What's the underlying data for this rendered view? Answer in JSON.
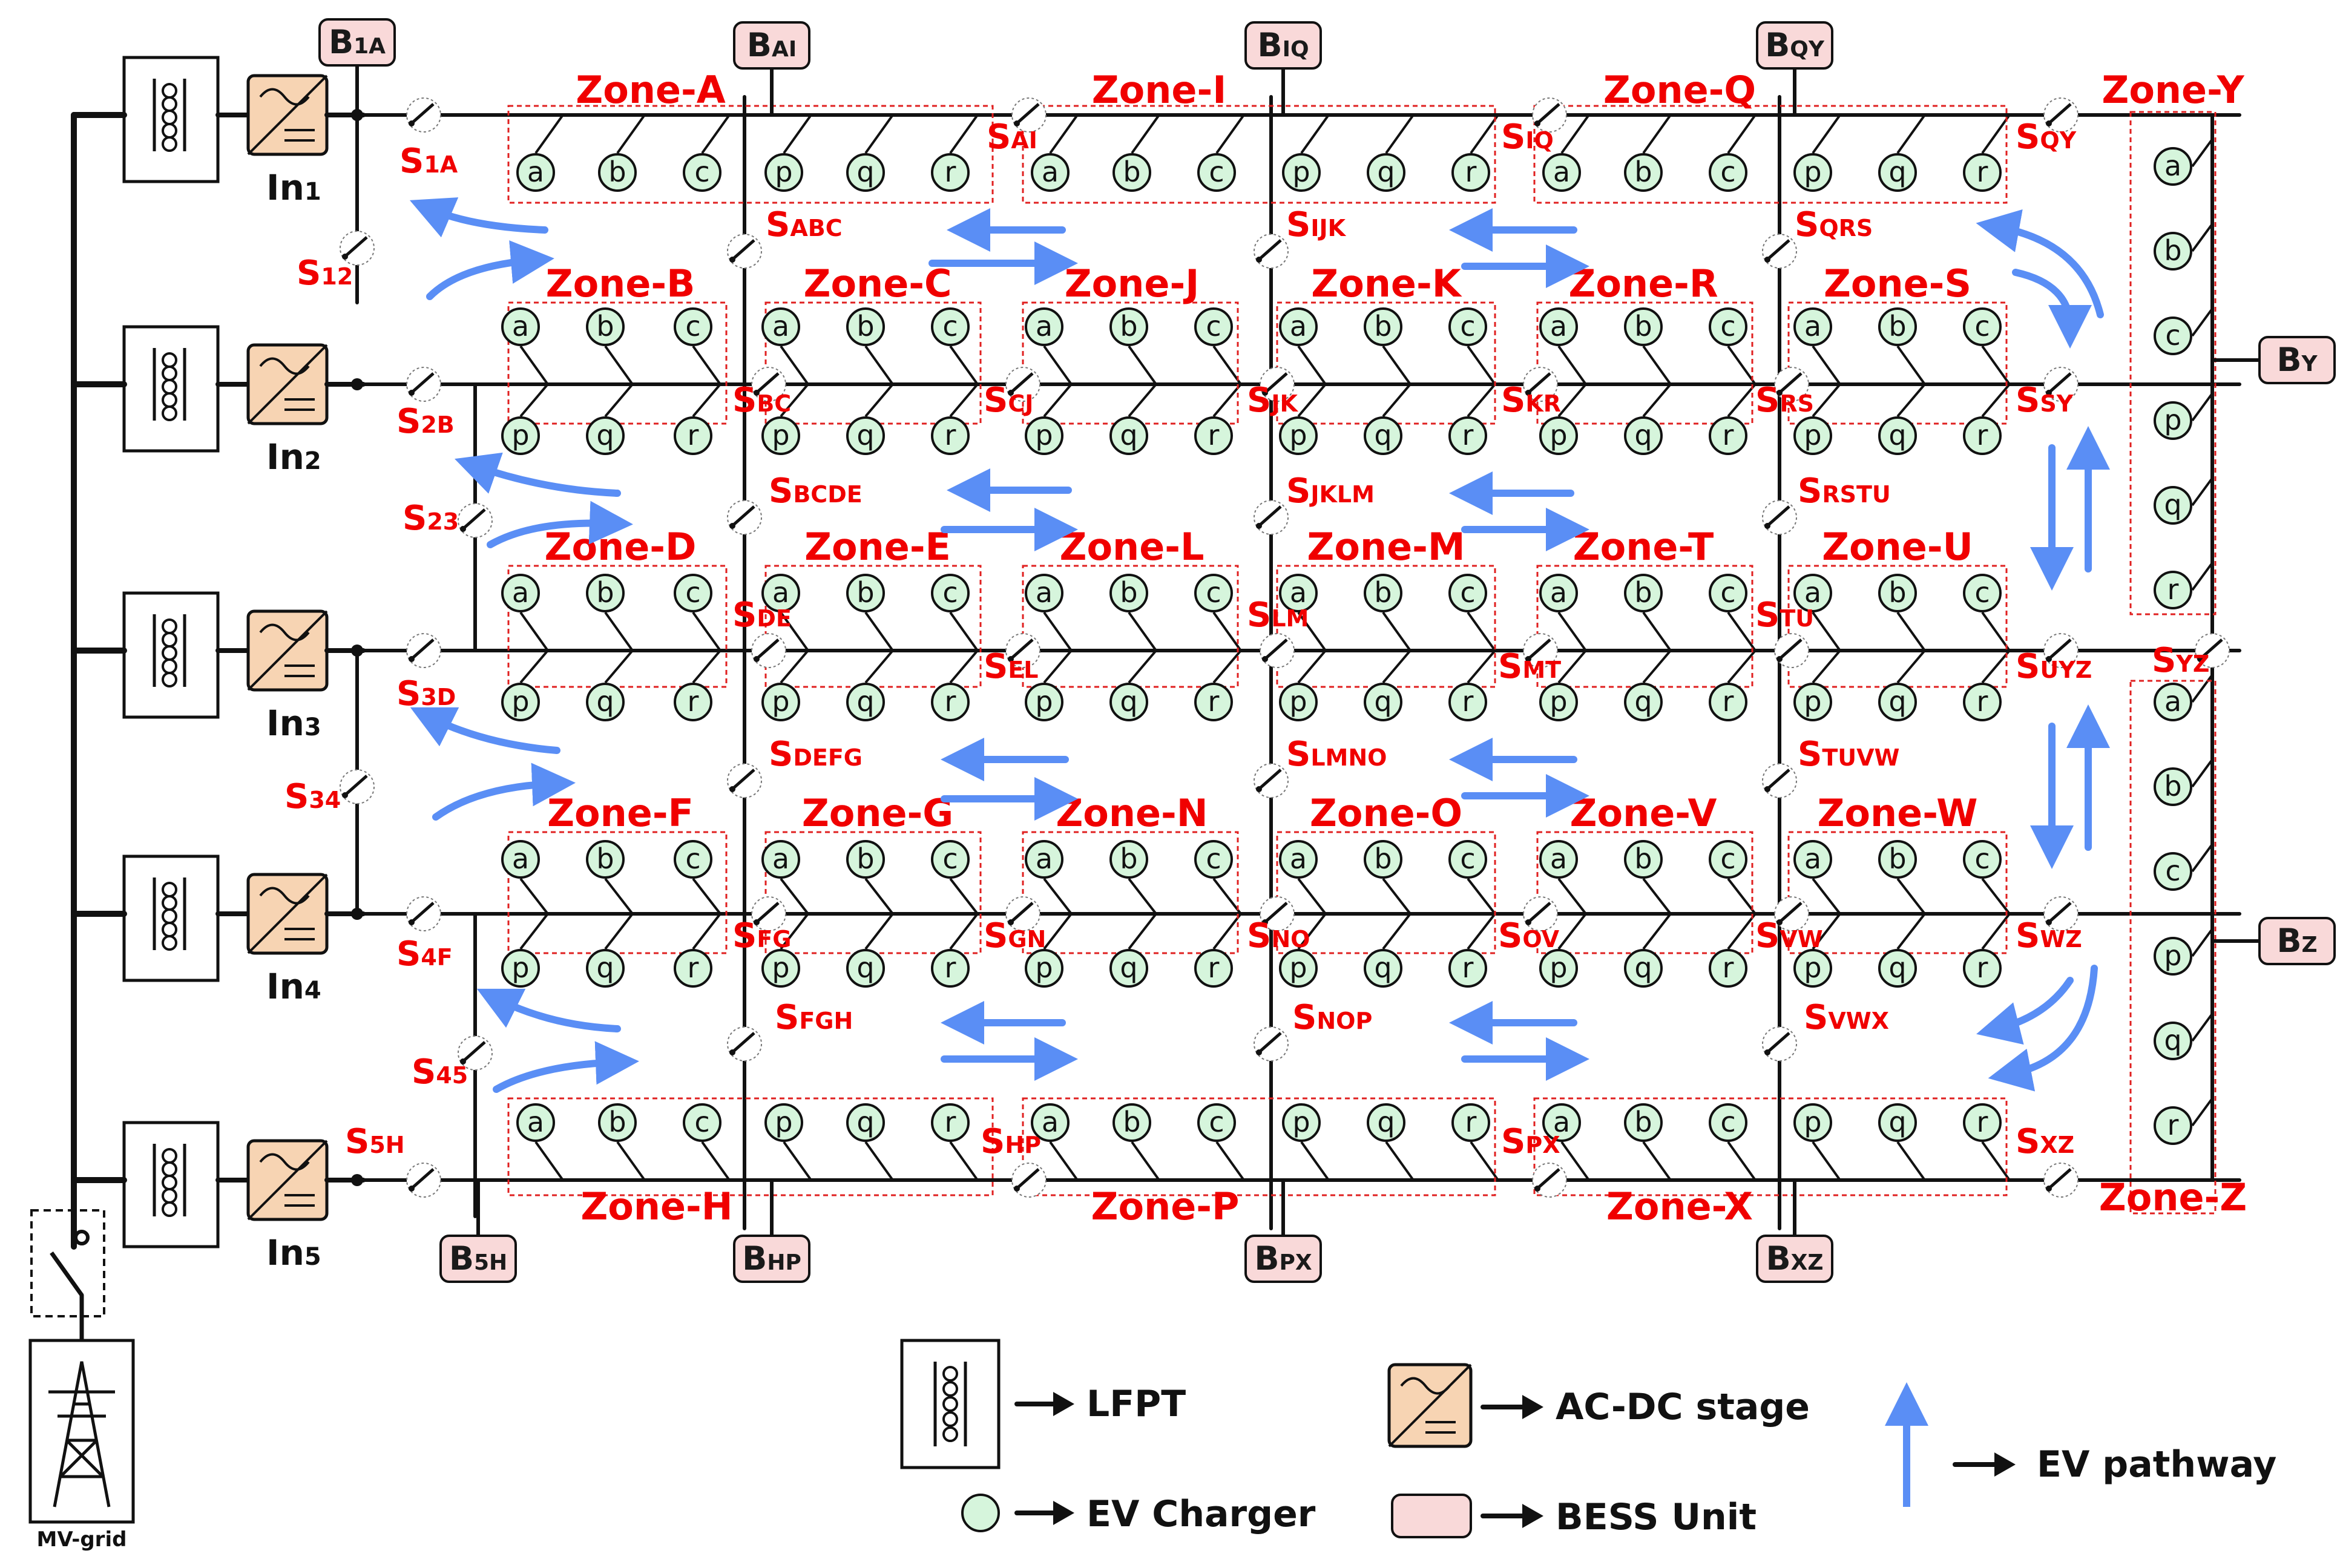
{
  "zones": [
    {
      "key": "A",
      "label": "Zone-A",
      "row": "top",
      "chargers": [
        "a",
        "b",
        "c",
        "p",
        "q",
        "r"
      ]
    },
    {
      "key": "I",
      "label": "Zone-I",
      "row": "top",
      "chargers": [
        "a",
        "b",
        "c",
        "p",
        "q",
        "r"
      ]
    },
    {
      "key": "Q",
      "label": "Zone-Q",
      "row": "top",
      "chargers": [
        "a",
        "b",
        "c",
        "p",
        "q",
        "r"
      ]
    },
    {
      "key": "B",
      "label": "Zone-B",
      "chargers": [
        "a",
        "b",
        "c",
        "p",
        "q",
        "r"
      ]
    },
    {
      "key": "C",
      "label": "Zone-C",
      "chargers": [
        "a",
        "b",
        "c",
        "p",
        "q",
        "r"
      ]
    },
    {
      "key": "J",
      "label": "Zone-J",
      "chargers": [
        "a",
        "b",
        "c",
        "p",
        "q",
        "r"
      ]
    },
    {
      "key": "K",
      "label": "Zone-K",
      "chargers": [
        "a",
        "b",
        "c",
        "p",
        "q",
        "r"
      ]
    },
    {
      "key": "R",
      "label": "Zone-R",
      "chargers": [
        "a",
        "b",
        "c",
        "p",
        "q",
        "r"
      ]
    },
    {
      "key": "S",
      "label": "Zone-S",
      "chargers": [
        "a",
        "b",
        "c",
        "p",
        "q",
        "r"
      ]
    },
    {
      "key": "D",
      "label": "Zone-D",
      "chargers": [
        "a",
        "b",
        "c",
        "p",
        "q",
        "r"
      ]
    },
    {
      "key": "E",
      "label": "Zone-E",
      "chargers": [
        "a",
        "b",
        "c",
        "p",
        "q",
        "r"
      ]
    },
    {
      "key": "L",
      "label": "Zone-L",
      "chargers": [
        "a",
        "b",
        "c",
        "p",
        "q",
        "r"
      ]
    },
    {
      "key": "M",
      "label": "Zone-M",
      "chargers": [
        "a",
        "b",
        "c",
        "p",
        "q",
        "r"
      ]
    },
    {
      "key": "T",
      "label": "Zone-T",
      "chargers": [
        "a",
        "b",
        "c",
        "p",
        "q",
        "r"
      ]
    },
    {
      "key": "U",
      "label": "Zone-U",
      "chargers": [
        "a",
        "b",
        "c",
        "p",
        "q",
        "r"
      ]
    },
    {
      "key": "F",
      "label": "Zone-F",
      "chargers": [
        "a",
        "b",
        "c",
        "p",
        "q",
        "r"
      ]
    },
    {
      "key": "G",
      "label": "Zone-G",
      "chargers": [
        "a",
        "b",
        "c",
        "p",
        "q",
        "r"
      ]
    },
    {
      "key": "N",
      "label": "Zone-N",
      "chargers": [
        "a",
        "b",
        "c",
        "p",
        "q",
        "r"
      ]
    },
    {
      "key": "O",
      "label": "Zone-O",
      "chargers": [
        "a",
        "b",
        "c",
        "p",
        "q",
        "r"
      ]
    },
    {
      "key": "V",
      "label": "Zone-V",
      "chargers": [
        "a",
        "b",
        "c",
        "p",
        "q",
        "r"
      ]
    },
    {
      "key": "W",
      "label": "Zone-W",
      "chargers": [
        "a",
        "b",
        "c",
        "p",
        "q",
        "r"
      ]
    },
    {
      "key": "H",
      "label": "Zone-H",
      "row": "bottom",
      "chargers": [
        "a",
        "b",
        "c",
        "p",
        "q",
        "r"
      ]
    },
    {
      "key": "P",
      "label": "Zone-P",
      "row": "bottom",
      "chargers": [
        "a",
        "b",
        "c",
        "p",
        "q",
        "r"
      ]
    },
    {
      "key": "X",
      "label": "Zone-X",
      "row": "bottom",
      "chargers": [
        "a",
        "b",
        "c",
        "p",
        "q",
        "r"
      ]
    },
    {
      "key": "Y",
      "label": "Zone-Y",
      "row": "side",
      "chargers": [
        "a",
        "b",
        "c",
        "p",
        "q",
        "r"
      ]
    },
    {
      "key": "Z",
      "label": "Zone-Z",
      "row": "side",
      "chargers": [
        "a",
        "b",
        "c",
        "p",
        "q",
        "r"
      ]
    }
  ],
  "switches": [
    {
      "main": "S",
      "sub": "1A"
    },
    {
      "main": "S",
      "sub": "12"
    },
    {
      "main": "S",
      "sub": "2B"
    },
    {
      "main": "S",
      "sub": "23"
    },
    {
      "main": "S",
      "sub": "3D"
    },
    {
      "main": "S",
      "sub": "34"
    },
    {
      "main": "S",
      "sub": "4F"
    },
    {
      "main": "S",
      "sub": "45"
    },
    {
      "main": "S",
      "sub": "5H"
    },
    {
      "main": "S",
      "sub": "AI"
    },
    {
      "main": "S",
      "sub": "IQ"
    },
    {
      "main": "S",
      "sub": "QY"
    },
    {
      "main": "S",
      "sub": "ABC"
    },
    {
      "main": "S",
      "sub": "IJK"
    },
    {
      "main": "S",
      "sub": "QRS"
    },
    {
      "main": "S",
      "sub": "BC"
    },
    {
      "main": "S",
      "sub": "CJ"
    },
    {
      "main": "S",
      "sub": "JK"
    },
    {
      "main": "S",
      "sub": "KR"
    },
    {
      "main": "S",
      "sub": "RS"
    },
    {
      "main": "S",
      "sub": "SY"
    },
    {
      "main": "S",
      "sub": "BCDE"
    },
    {
      "main": "S",
      "sub": "JKLM"
    },
    {
      "main": "S",
      "sub": "RSTU"
    },
    {
      "main": "S",
      "sub": "DE"
    },
    {
      "main": "S",
      "sub": "EL"
    },
    {
      "main": "S",
      "sub": "LM"
    },
    {
      "main": "S",
      "sub": "MT"
    },
    {
      "main": "S",
      "sub": "TU"
    },
    {
      "main": "S",
      "sub": "UYZ"
    },
    {
      "main": "S",
      "sub": "YZ"
    },
    {
      "main": "S",
      "sub": "DEFG"
    },
    {
      "main": "S",
      "sub": "LMNO"
    },
    {
      "main": "S",
      "sub": "TUVW"
    },
    {
      "main": "S",
      "sub": "FG"
    },
    {
      "main": "S",
      "sub": "GN"
    },
    {
      "main": "S",
      "sub": "NO"
    },
    {
      "main": "S",
      "sub": "OV"
    },
    {
      "main": "S",
      "sub": "VW"
    },
    {
      "main": "S",
      "sub": "WZ"
    },
    {
      "main": "S",
      "sub": "FGH"
    },
    {
      "main": "S",
      "sub": "NOP"
    },
    {
      "main": "S",
      "sub": "VWX"
    },
    {
      "main": "S",
      "sub": "HP"
    },
    {
      "main": "S",
      "sub": "PX"
    },
    {
      "main": "S",
      "sub": "XZ"
    }
  ],
  "bess_units": [
    {
      "main": "B",
      "sub": "1A"
    },
    {
      "main": "B",
      "sub": "AI"
    },
    {
      "main": "B",
      "sub": "IQ"
    },
    {
      "main": "B",
      "sub": "QY"
    },
    {
      "main": "B",
      "sub": "Y"
    },
    {
      "main": "B",
      "sub": "Z"
    },
    {
      "main": "B",
      "sub": "5H"
    },
    {
      "main": "B",
      "sub": "HP"
    },
    {
      "main": "B",
      "sub": "PX"
    },
    {
      "main": "B",
      "sub": "XZ"
    }
  ],
  "converters": [
    {
      "main": "In",
      "sub": "1"
    },
    {
      "main": "In",
      "sub": "2"
    },
    {
      "main": "In",
      "sub": "3"
    },
    {
      "main": "In",
      "sub": "4"
    },
    {
      "main": "In",
      "sub": "5"
    }
  ],
  "grid_label": "MV-grid",
  "legend": {
    "lfpt": "LFPT",
    "acdc": "AC-DC stage",
    "charger": "EV Charger",
    "bess": "BESS Unit",
    "pathway": "EV pathway"
  },
  "colors": {
    "zone_label": "#f00000",
    "switch_label": "#f00000",
    "zone_border": "#e02020",
    "charger_fill": "#d6f5dc",
    "bess_fill": "#f9d9d9",
    "converter_fill": "#f7d4b3",
    "arrow": "#5a8ef5",
    "line": "#111111"
  }
}
